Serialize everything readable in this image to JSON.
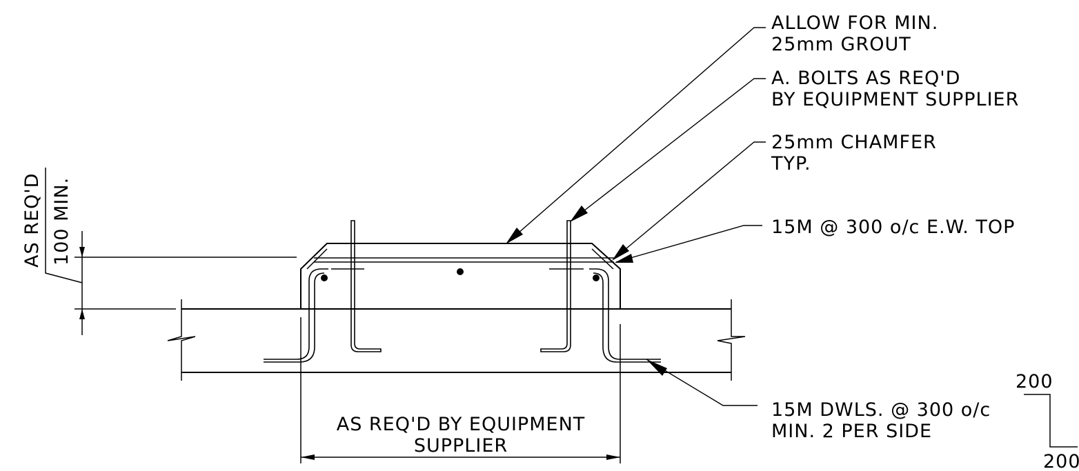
{
  "notes": {
    "grout": [
      "ALLOW FOR MIN.",
      "25mm GROUT"
    ],
    "bolts": [
      "A. BOLTS AS REQ'D",
      "BY EQUIPMENT SUPPLIER"
    ],
    "chamfer": [
      "25mm CHAMFER",
      "TYP."
    ],
    "top_reinf": [
      "15M @ 300 o/c E.W. TOP"
    ],
    "dowels": [
      "15M DWLS. @ 300 o/c",
      "MIN. 2 PER SIDE"
    ]
  },
  "dimensions": {
    "height_outer": "AS REQ'D",
    "height_inner": "100 MIN.",
    "width": [
      "AS REQ'D BY EQUIPMENT",
      "SUPPLIER"
    ]
  },
  "scale_marks": {
    "top": "200",
    "bottom": "200"
  }
}
